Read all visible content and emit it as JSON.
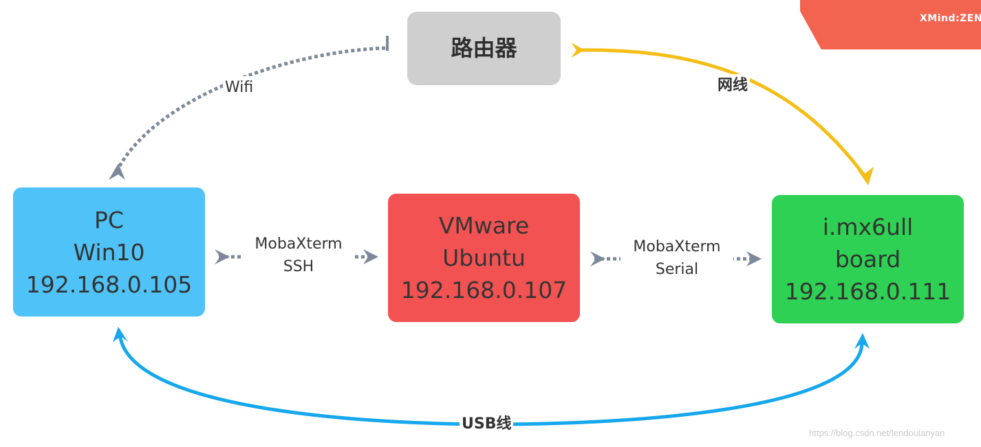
{
  "colors": {
    "router": "#cfcfcf",
    "pc": "#4fc3f7",
    "vm": "#f25252",
    "board": "#2ed153",
    "wifi_edge": "#7d899a",
    "net_edge": "#f5be16",
    "usb_edge": "#16a7ed",
    "ssh_edge": "#7d899a",
    "brand": "#f26450"
  },
  "nodes": {
    "router": {
      "label": "路由器"
    },
    "pc": {
      "lines": [
        "PC",
        "Win10",
        "192.168.0.105"
      ]
    },
    "vm": {
      "lines": [
        "VMware",
        "Ubuntu",
        "192.168.0.107"
      ]
    },
    "board": {
      "lines": [
        "i.mx6ull",
        "board",
        "192.168.0.111"
      ]
    }
  },
  "edges": {
    "wifi": {
      "label": "Wifi",
      "style": "dotted"
    },
    "net": {
      "label": "网线",
      "style": "solid"
    },
    "ssh": {
      "lines": [
        "MobaXterm",
        "SSH"
      ],
      "style": "dotted"
    },
    "serial": {
      "lines": [
        "MobaXterm",
        "Serial"
      ],
      "style": "dotted"
    },
    "usb": {
      "label": "USB线",
      "style": "solid"
    }
  },
  "brand": {
    "text": "XMind:ZEN"
  },
  "watermark": {
    "text": "https://blog.csdn.net/lendoulanyan"
  }
}
